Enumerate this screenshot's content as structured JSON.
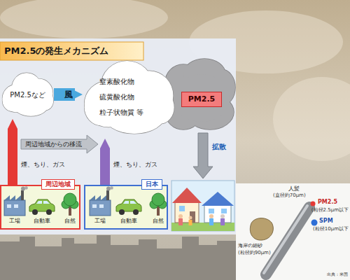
{
  "diagram": {
    "title": "PM2.5の発生メカニズム",
    "nodes": [
      {
        "text": [
          "PM2.5など"
        ]
      },
      {
        "text": [
          "窒素酸化物 硫黄酸化物 粒子状物質 等"
        ]
      },
      {
        "text": [
          "PM2.5"
        ]
      },
      {
        "text": [
          "周辺地域",
          "工場",
          "自動車",
          "自然"
        ]
      },
      {
        "text": [
          "日本",
          "工場",
          "自動車",
          "自然"
        ]
      }
    ],
    "edges": [
      {
        "from": 0,
        "to": 1,
        "label": "風",
        "arrow": "to"
      },
      {
        "from": 3,
        "to": 0,
        "label": "煙、ちり、ガス",
        "arrow": "to"
      },
      {
        "from": 4,
        "to": 1,
        "label": "煙、ちり、ガス",
        "arrow": "to"
      }
    ],
    "labels": [
      "周辺地域からの移流",
      "拡散",
      "人髪",
      "(直径約70μm)",
      "PM2.5",
      "(粒径2.5μm以下",
      "SPM",
      "(粒径10μm以下",
      "海岸の細砂",
      "(粒径約90μm)",
      "出典：米国"
    ]
  }
}
